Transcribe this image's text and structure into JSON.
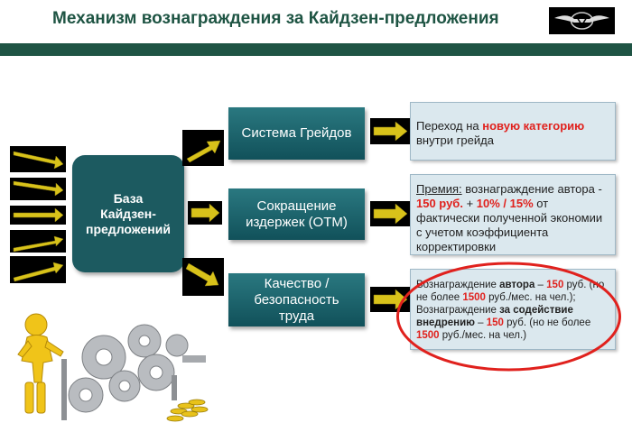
{
  "header": {
    "title": "Механизм вознаграждения за Кайдзен-предложения"
  },
  "colors": {
    "brand_green": "#1f5444",
    "box_teal": "#1c5a60",
    "highlight_red": "#e0211d",
    "arrow_gold": "#d8c21a"
  },
  "icons": {
    "logo": "winged-emblem-icon",
    "arrow": "gold-arrow-icon",
    "illustration": "gears-worker-coins-illustration"
  },
  "diagram": {
    "base": {
      "label": "База\nКайдзен-\nпредложений"
    },
    "branches": [
      {
        "label": "Система Грейдов",
        "detail": {
          "prefix": "Переход на ",
          "highlight": "новую категорию",
          "suffix": " внутри грейда"
        }
      },
      {
        "label": "Сокращение\nиздержек (ОТМ)",
        "detail": {
          "term": "Премия:",
          "text1": " вознаграждение автора - ",
          "value1": "150 руб.",
          "text2": " + ",
          "value2": "10% / 15%",
          "text3": " от фактически полученной экономии с учетом коэффициента корректировки"
        }
      },
      {
        "label": "Качество /\nбезопасность\nтруда",
        "detail": {
          "t1": "Вознаграждение ",
          "b1": "автора",
          "t2": " – ",
          "r1": "150",
          "t3": " руб. (но не более ",
          "r2": "1500",
          "t4": " руб./мес. на чел.); Вознаграждение ",
          "b2": "за содействие внедрению",
          "t5": " – ",
          "r3": "150",
          "t6": " руб. (но не более ",
          "r4": "1500",
          "t7": " руб./мес. на чел.)"
        }
      }
    ]
  }
}
